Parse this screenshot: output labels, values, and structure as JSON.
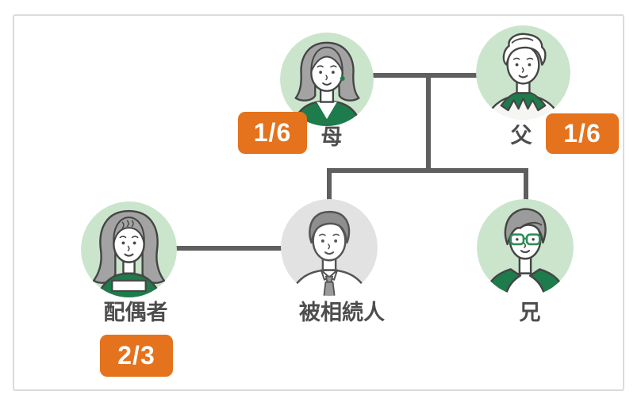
{
  "diagram": {
    "type": "family-tree-inheritance-shares",
    "people": [
      {
        "id": "mother",
        "label": "母",
        "share": "1/6",
        "avatar_icon": "woman-bob-haircut-green-top",
        "circle_color": "#cae5cb"
      },
      {
        "id": "father",
        "label": "父",
        "share": "1/6",
        "avatar_icon": "man-white-hair-green-collar",
        "circle_color": "#cae5cb"
      },
      {
        "id": "spouse",
        "label": "配偶者",
        "share": "2/3",
        "avatar_icon": "woman-long-wavy-hair-green-dress",
        "circle_color": "#cae5cb"
      },
      {
        "id": "deceased",
        "label": "被相続人",
        "share": "",
        "avatar_icon": "man-shirt-and-tie-gray",
        "circle_color": "#e2e2e2"
      },
      {
        "id": "brother",
        "label": "兄",
        "share": "",
        "avatar_icon": "man-green-glasses-green-jacket",
        "circle_color": "#cae5cb"
      }
    ],
    "edges": [
      {
        "from": "mother",
        "to": "father",
        "type": "marriage"
      },
      {
        "from": "mother+father",
        "to": "deceased",
        "type": "parent-child"
      },
      {
        "from": "mother+father",
        "to": "brother",
        "type": "parent-child"
      },
      {
        "from": "spouse",
        "to": "deceased",
        "type": "marriage"
      }
    ]
  },
  "colors": {
    "badge_orange": "#e5721d",
    "badge_text": "#ffffff",
    "avatar_green_bg": "#cae5cb",
    "avatar_gray_bg": "#e2e2e2",
    "clothing_dark_green": "#1e7b4c",
    "hair_gray": "#a3a3a3",
    "connector_gray": "#5f5f5f",
    "label_text": "#4d4d4d",
    "card_border": "#dbdbdb"
  }
}
